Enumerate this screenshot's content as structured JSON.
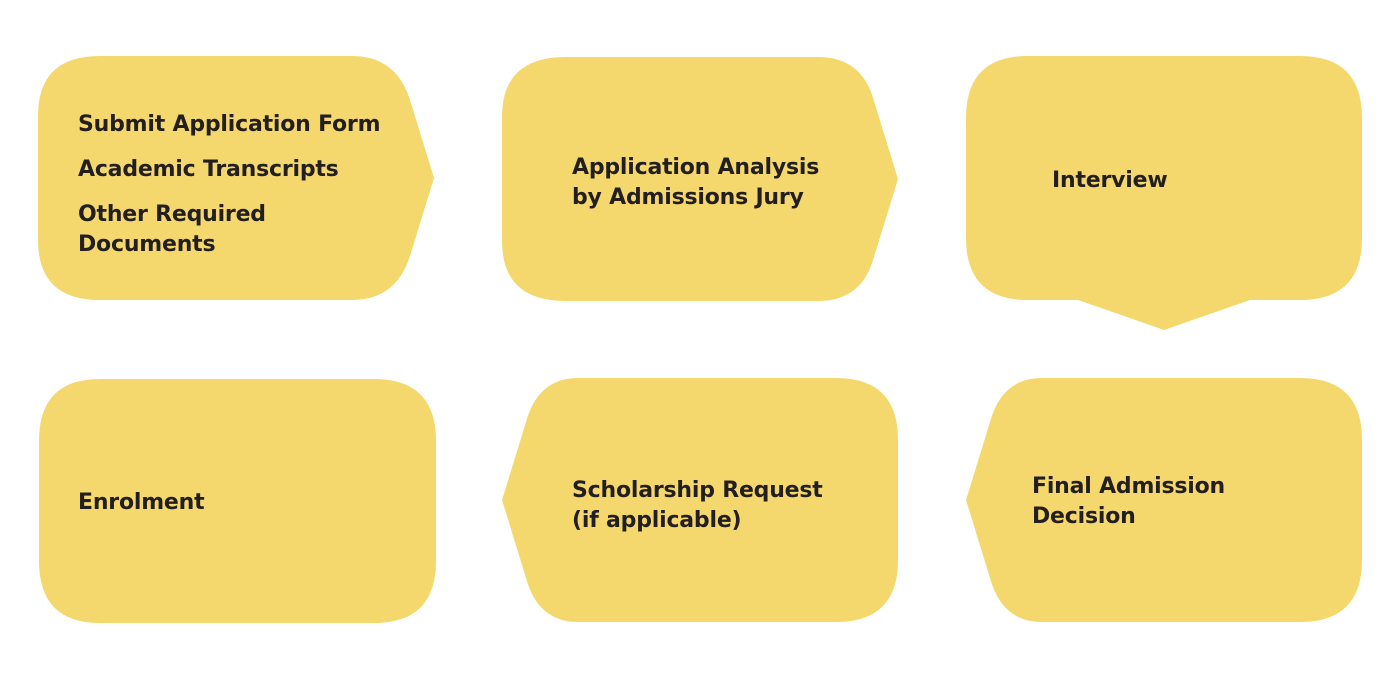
{
  "colors": {
    "shape_fill": "#f5d86d",
    "text": "#231f20",
    "background": "#ffffff"
  },
  "steps": [
    {
      "id": "submit-application",
      "lines": [
        "Submit Application Form",
        "Academic Transcripts",
        "Other Required",
        "Documents"
      ],
      "connector": "arrow-right"
    },
    {
      "id": "application-analysis",
      "lines": [
        "Application Analysis",
        "by Admissions Jury"
      ],
      "connector": "arrow-right"
    },
    {
      "id": "interview",
      "lines": [
        "Interview"
      ],
      "connector": "arrow-down"
    },
    {
      "id": "final-admission-decision",
      "lines": [
        "Final Admission",
        "Decision"
      ],
      "connector": "arrow-left"
    },
    {
      "id": "scholarship-request",
      "lines": [
        "Scholarship Request",
        "(if applicable)"
      ],
      "connector": "arrow-left"
    },
    {
      "id": "enrolment",
      "lines": [
        "Enrolment"
      ],
      "connector": "none"
    }
  ]
}
